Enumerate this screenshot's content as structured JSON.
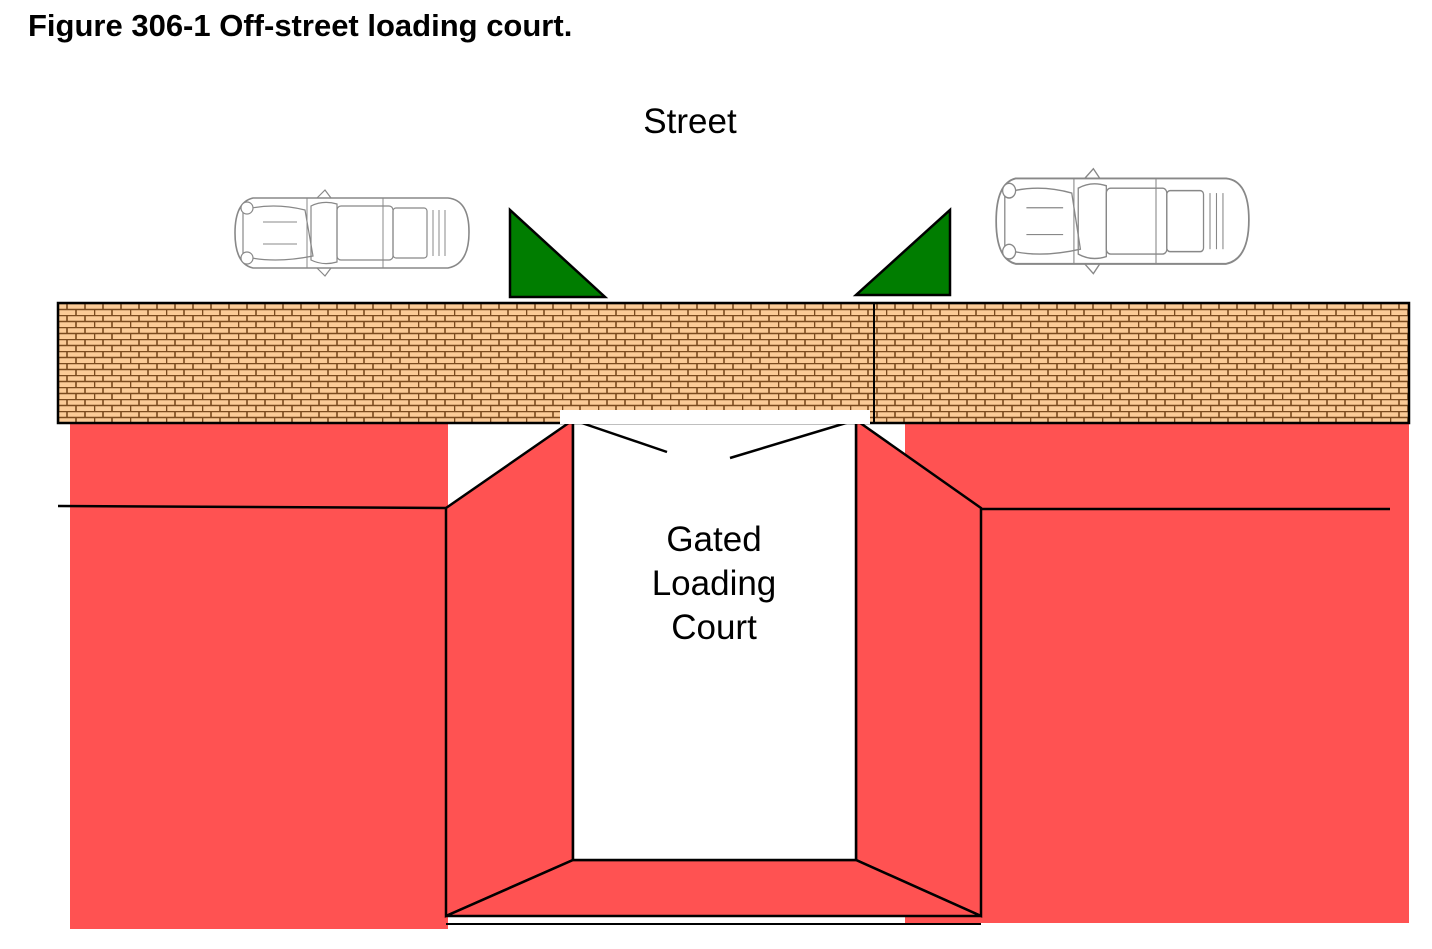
{
  "figure": {
    "title": "Figure 306-1 Off-street loading court."
  },
  "labels": {
    "street": "Street",
    "court_line_1": "Gated",
    "court_line_2": "Loading",
    "court_line_3": "Court"
  },
  "colors": {
    "building": "#ff5252",
    "brick_fill": "#fbcb97",
    "brick_mortar": "#7a4a1e",
    "visibility_triangle": "#007d00",
    "outline": "#000000",
    "car_outline": "#888888"
  },
  "icons": {
    "car": "car-top-view-icon",
    "visibility_triangle": "sight-triangle-icon"
  }
}
